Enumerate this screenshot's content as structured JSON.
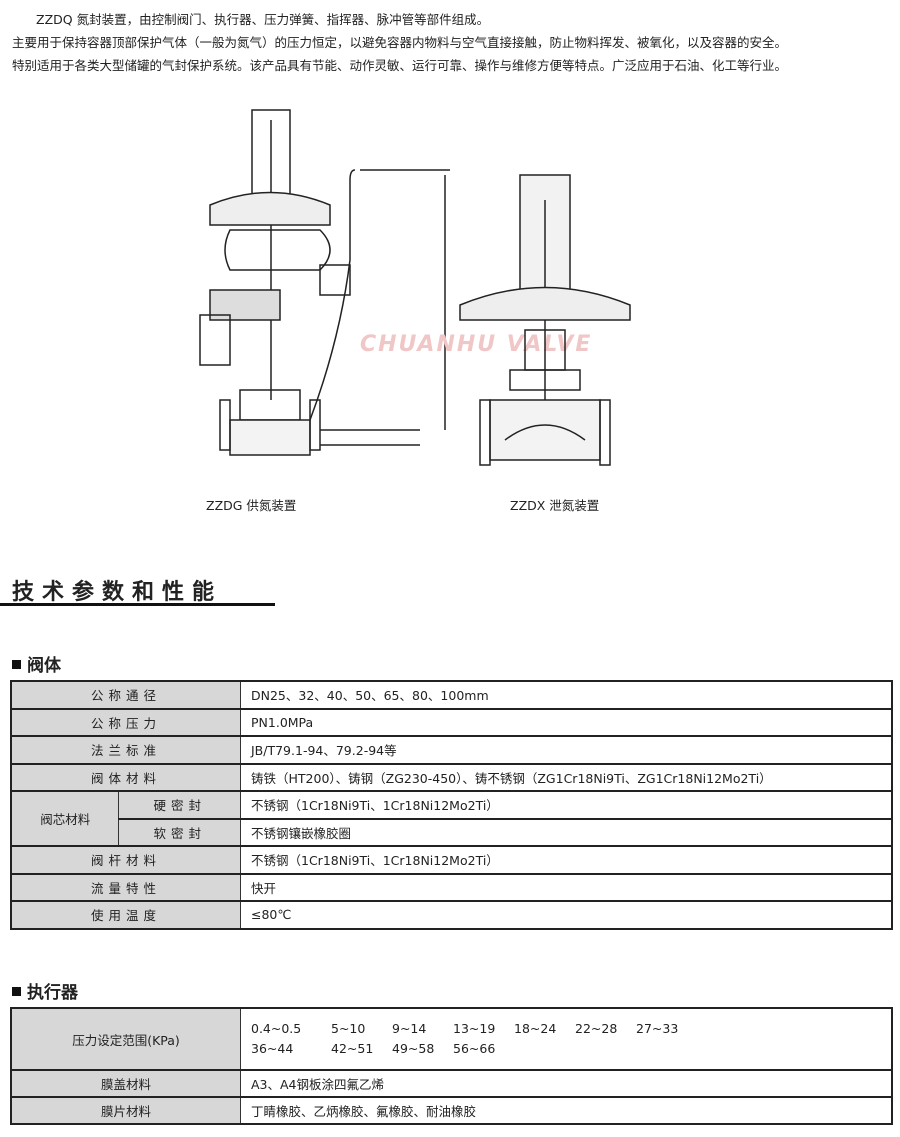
{
  "intro": [
    "ZZDQ 氮封装置，由控制阀门、执行器、压力弹簧、指挥器、脉冲管等部件组成。",
    "主要用于保持容器顶部保护气体（一般为氮气）的压力恒定，以避免容器内物料与空气直接接触，防止物料挥发、被氧化，以及容器的安全。",
    "特别适用于各类大型储罐的气封保护系统。该产品具有节能、动作灵敏、运行可靠、操作与维修方便等特点。广泛应用于石油、化工等行业。"
  ],
  "figures": {
    "left_caption": "ZZDG 供氮装置",
    "right_caption": "ZZDX 泄氮装置",
    "watermark": "CHUANHU VALVE"
  },
  "section_title": "技术参数和性能",
  "valve_body": {
    "title": "阀体",
    "rows": [
      {
        "label": "公称通径",
        "value": "DN25、32、40、50、65、80、100mm"
      },
      {
        "label": "公称压力",
        "value": "PN1.0MPa"
      },
      {
        "label": "法兰标准",
        "value": "JB/T79.1-94、79.2-94等"
      },
      {
        "label": "阀体材料",
        "value": "铸铁（HT200）、铸钢（ZG230-450）、铸不锈钢（ZG1Cr18Ni9Ti、ZG1Cr18Ni12Mo2Ti）"
      }
    ],
    "core": {
      "label": "阀芯材料",
      "hard_label": "硬密封",
      "hard_value": "不锈钢（1Cr18Ni9Ti、1Cr18Ni12Mo2Ti）",
      "soft_label": "软密封",
      "soft_value": "不锈钢镶嵌橡胶圈"
    },
    "rows2": [
      {
        "label": "阀杆材料",
        "value": "不锈钢（1Cr18Ni9Ti、1Cr18Ni12Mo2Ti）"
      },
      {
        "label": "流量特性",
        "value": "快开"
      },
      {
        "label": "使用温度",
        "value": "≤80℃"
      }
    ]
  },
  "actuator": {
    "title": "执行器",
    "range_label": "压力设定范围(KPa)",
    "ranges_row1": [
      "0.4~0.5",
      "5~10",
      "9~14",
      "13~19",
      "18~24",
      "22~28",
      "27~33"
    ],
    "ranges_row2": [
      "36~44",
      "42~51",
      "49~58",
      "56~66"
    ],
    "rows": [
      {
        "label": "膜盖材料",
        "value": "A3、A4钢板涂四氟乙烯"
      },
      {
        "label": "膜片材料",
        "value": "丁睛橡胶、乙炳橡胶、氟橡胶、耐油橡胶"
      }
    ]
  }
}
